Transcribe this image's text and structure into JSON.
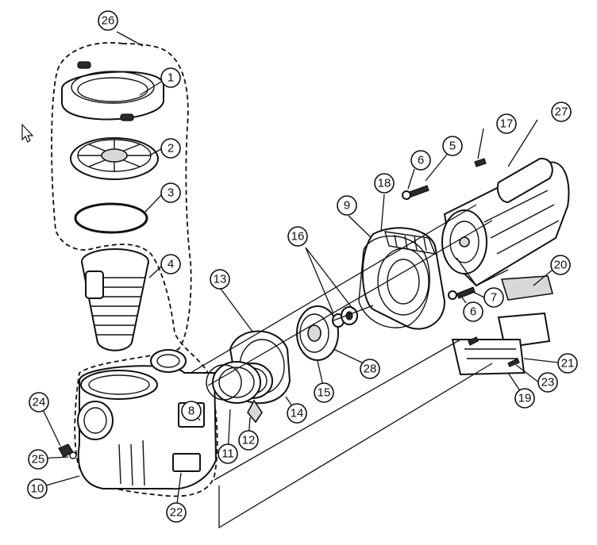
{
  "callouts": {
    "c1": "1",
    "c2": "2",
    "c3": "3",
    "c4": "4",
    "c5": "5",
    "c6a": "6",
    "c6b": "6",
    "c7": "7",
    "c8": "8",
    "c9": "9",
    "c10": "10",
    "c11": "11",
    "c12": "12",
    "c13": "13",
    "c14": "14",
    "c15": "15",
    "c16": "16",
    "c17": "17",
    "c18": "18",
    "c19": "19",
    "c20": "20",
    "c21": "21",
    "c22": "22",
    "c23": "23",
    "c24": "24",
    "c25": "25",
    "c26": "26",
    "c27": "27",
    "c28": "28"
  },
  "icons": {
    "cursor": "mouse-pointer-icon"
  }
}
